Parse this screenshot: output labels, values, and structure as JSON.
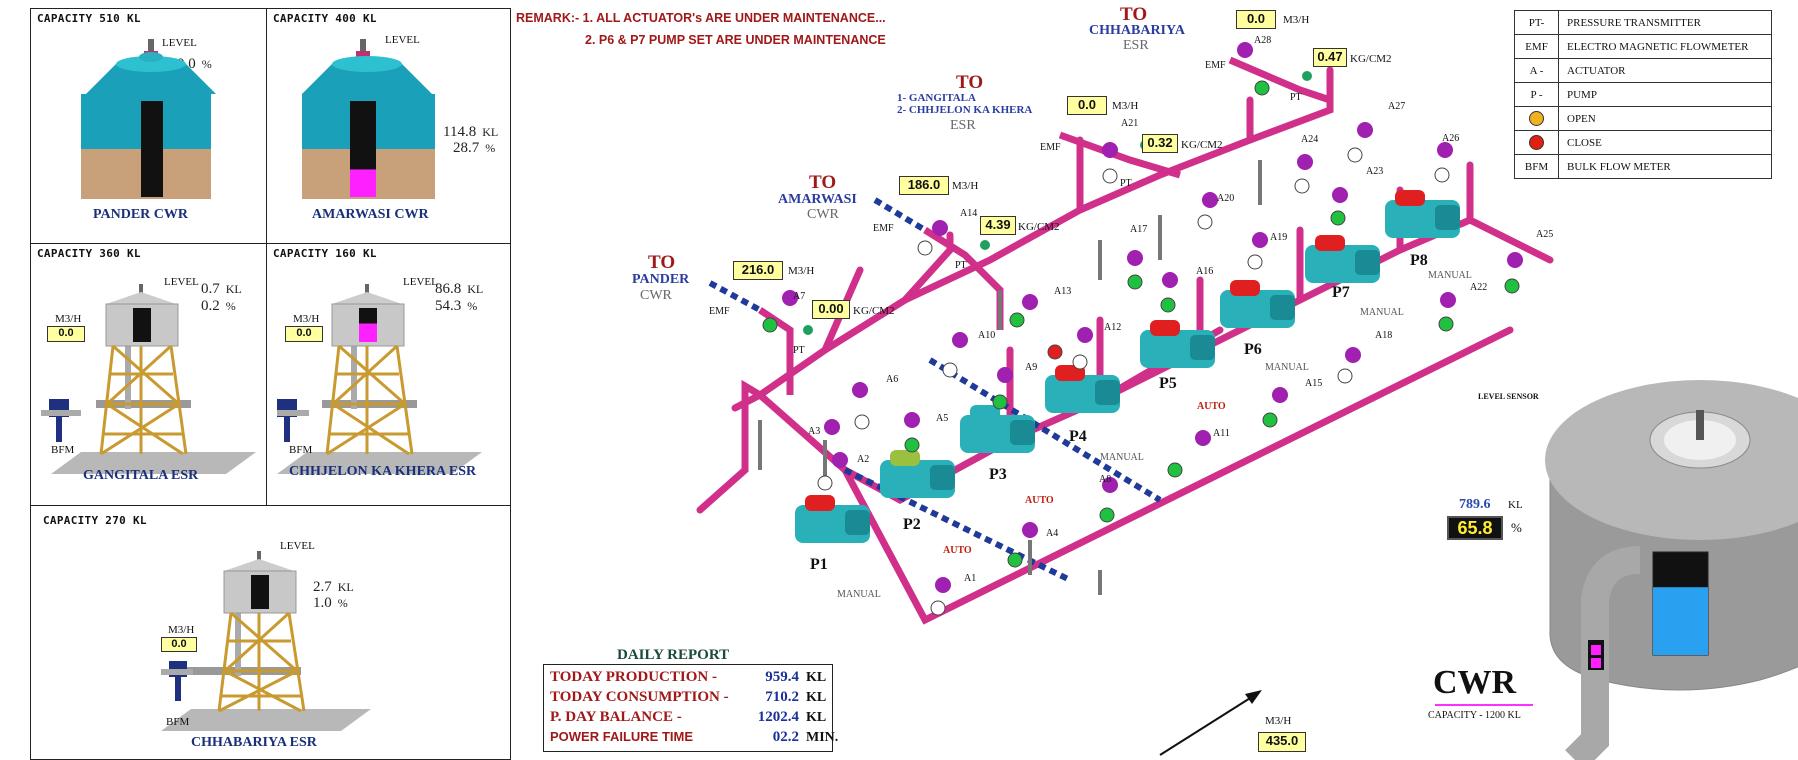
{
  "tanks": {
    "pander": {
      "capacity": "CAPACITY 510 KL",
      "level_label": "LEVEL",
      "level_pct": "0.0",
      "pct_unit": "%",
      "name": "PANDER CWR"
    },
    "amarwasi": {
      "capacity": "CAPACITY 400 KL",
      "level_label": "LEVEL",
      "level_kl": "114.8",
      "kl_unit": "KL",
      "level_pct": "28.7",
      "pct_unit": "%",
      "name": "AMARWASI CWR",
      "fill_pct": 28.7
    },
    "gangitala": {
      "capacity": "CAPACITY 360 KL",
      "level_label": "LEVEL",
      "level_kl": "0.7",
      "kl_unit": "KL",
      "level_pct": "0.2",
      "pct_unit": "%",
      "flow_unit": "M3/H",
      "flow": "0.0",
      "bfm": "BFM",
      "name": "GANGITALA ESR"
    },
    "chhjelon": {
      "capacity": "CAPACITY 160 KL",
      "level_label": "LEVEL",
      "level_kl": "86.8",
      "kl_unit": "KL",
      "level_pct": "54.3",
      "pct_unit": "%",
      "flow_unit": "M3/H",
      "flow": "0.0",
      "bfm": "BFM",
      "name": "CHHJELON KA KHERA ESR",
      "fill_pct": 54.3
    },
    "chhabariya": {
      "capacity": "CAPACITY 270 KL",
      "level_label": "LEVEL",
      "level_kl": "2.7",
      "kl_unit": "KL",
      "level_pct": "1.0",
      "pct_unit": "%",
      "flow_unit": "M3/H",
      "flow": "0.0",
      "bfm": "BFM",
      "name": "CHHABARIYA ESR"
    }
  },
  "remarks": {
    "line1": "REMARK:- 1. ALL ACTUATOR's ARE UNDER MAINTENANCE...",
    "line2": "2. P6 & P7 PUMP SET ARE UNDER MAINTENANCE"
  },
  "destinations": {
    "to": "TO",
    "pander": {
      "name": "PANDER",
      "type": "CWR",
      "flow": "216.0",
      "flow_unit": "M3/H",
      "pressure": "0.00",
      "pressure_unit": "KG/CM2"
    },
    "amarwasi": {
      "name": "AMARWASI",
      "type": "CWR",
      "flow": "186.0",
      "flow_unit": "M3/H",
      "pressure": "4.39",
      "pressure_unit": "KG/CM2"
    },
    "gangitala": {
      "line1": "1-  GANGITALA",
      "line2": "2-  CHHJELON KA KHERA",
      "type": "ESR",
      "flow": "0.0",
      "flow_unit": "M3/H",
      "pressure": "0.32",
      "pressure_unit": "KG/CM2"
    },
    "chhabariya": {
      "name": "CHHABARIYA",
      "type": "ESR",
      "flow": "0.0",
      "flow_unit": "M3/H",
      "pressure": "0.47",
      "pressure_unit": "KG/CM2"
    }
  },
  "labels": {
    "emf": "EMF",
    "pt": "PT"
  },
  "pumps": [
    {
      "id": "P1",
      "mode": "MANUAL"
    },
    {
      "id": "P2",
      "mode": "AUTO"
    },
    {
      "id": "P3",
      "mode": "AUTO"
    },
    {
      "id": "P4",
      "mode": "MANUAL"
    },
    {
      "id": "P5",
      "mode": "AUTO"
    },
    {
      "id": "P6",
      "mode": "MANUAL"
    },
    {
      "id": "P7",
      "mode": "MANUAL"
    },
    {
      "id": "P8",
      "mode": "MANUAL"
    }
  ],
  "actuators": [
    "A1",
    "A2",
    "A3",
    "A4",
    "A5",
    "A6",
    "A7",
    "A8",
    "A9",
    "A10",
    "A11",
    "A12",
    "A13",
    "A14",
    "A15",
    "A16",
    "A17",
    "A18",
    "A19",
    "A20",
    "A21",
    "A22",
    "A23",
    "A24",
    "A25",
    "A26",
    "A27",
    "A28"
  ],
  "legend": [
    {
      "key": "PT-",
      "value": "PRESSURE TRANSMITTER"
    },
    {
      "key": "EMF",
      "value": "ELECTRO MAGNETIC FLOWMETER"
    },
    {
      "key": "A -",
      "value": "ACTUATOR"
    },
    {
      "key": "P -",
      "value": "PUMP"
    },
    {
      "key": "",
      "value": "OPEN",
      "dot": "#f0b020"
    },
    {
      "key": "",
      "value": "CLOSE",
      "dot": "#e02010"
    },
    {
      "key": "BFM",
      "value": "BULK FLOW METER"
    }
  ],
  "daily_report": {
    "title": "DAILY REPORT",
    "rows": [
      {
        "label": "TODAY PRODUCTION -",
        "value": "959.4",
        "unit": "KL"
      },
      {
        "label": "TODAY CONSUMPTION -",
        "value": "710.2",
        "unit": "KL"
      },
      {
        "label": "P. DAY BALANCE -",
        "value": "1202.4",
        "unit": "KL"
      },
      {
        "label": "POWER FAILURE TIME",
        "value": "02.2",
        "unit": "MIN."
      }
    ]
  },
  "cwr": {
    "level_sensor": "LEVEL SENSOR",
    "level_kl": "789.6",
    "kl_unit": "KL",
    "level_pct": "65.8",
    "pct_unit": "%",
    "name": "CWR",
    "capacity": "CAPACITY -  1200 KL",
    "inflow": "435.0",
    "inflow_unit": "M3/H",
    "fill_pct": 65.8
  },
  "colors": {
    "pipe": "#d0308a",
    "pump": "#2ab0b8",
    "open": "#20c040",
    "close": "#e02010",
    "header": "#a01818",
    "dest": "#2a3c9e"
  }
}
